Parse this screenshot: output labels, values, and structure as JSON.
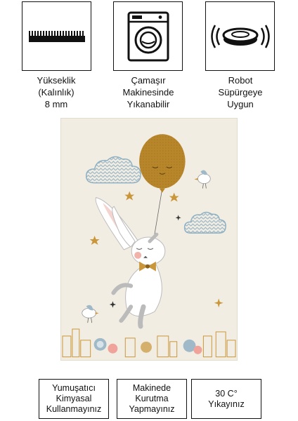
{
  "features": [
    {
      "icon": "rug-thickness-icon",
      "lines": [
        "Yükseklik",
        "(Kalınlık)",
        "8 mm"
      ]
    },
    {
      "icon": "washing-machine-icon",
      "lines": [
        "Çamaşır",
        "Makinesinde",
        "Yıkanabilir"
      ]
    },
    {
      "icon": "robot-vacuum-icon",
      "lines": [
        "Robot",
        "Süpürgeye",
        "Uygun"
      ]
    }
  ],
  "care": [
    {
      "icon": "no-softener-label",
      "lines": [
        "Yumuşatıcı",
        "Kimyasal",
        "Kullanmayınız"
      ]
    },
    {
      "icon": "no-dryer-label",
      "lines": [
        "Makinede",
        "Kurutma",
        "Yapmayınız"
      ]
    },
    {
      "icon": "wash-temperature-label",
      "lines": [
        "30 C°",
        "Yıkayınız"
      ]
    }
  ],
  "colors": {
    "rug_background": "#f2ede3",
    "balloon": "#b8862a",
    "cloud": "#9fb9c8",
    "star": "#c9963a",
    "cheek": "#f0a39a"
  }
}
